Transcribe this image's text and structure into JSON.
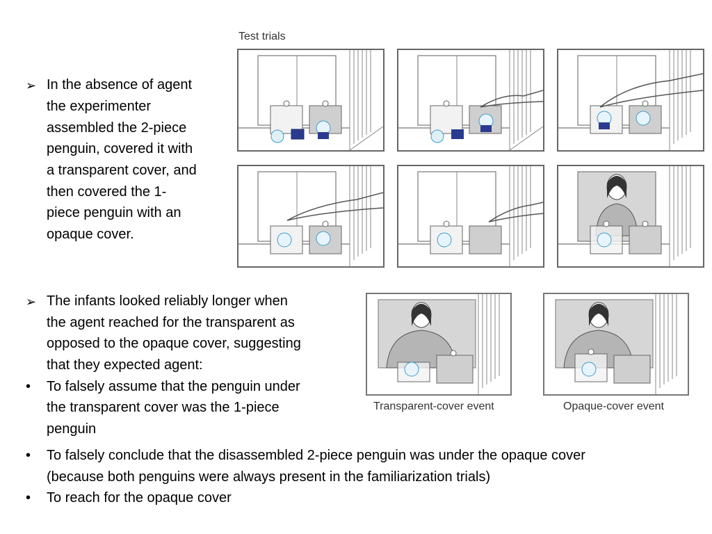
{
  "figure_top": {
    "caption": "Test trials"
  },
  "text_top": {
    "bullet": "➢",
    "lines": [
      "In the absence of agent",
      "the experimenter",
      "assembled the 2-piece",
      "penguin, covered it with",
      "a transparent cover, and",
      "then covered the 1-",
      "piece penguin with an",
      "opaque cover."
    ]
  },
  "text_bottom": {
    "arrow_bullet": "➢",
    "dot_bullet": "•",
    "item1_lines": [
      "The infants looked reliably longer when",
      "the agent reached for the transparent as",
      "opposed to the opaque cover, suggesting",
      "that they expected agent:"
    ],
    "item2_lines": [
      "To falsely assume that the penguin under",
      "the transparent cover was the 1-piece",
      "penguin"
    ],
    "item3_lines": [
      "To falsely conclude that the disassembled 2-piece penguin was under the opaque cover",
      "(because both penguins were always present in the familiarization trials)"
    ],
    "item4_lines": [
      "To reach for the opaque cover"
    ]
  },
  "figure_bottom": {
    "caption_left": "Transparent-cover event",
    "caption_right": "Opaque-cover event"
  }
}
